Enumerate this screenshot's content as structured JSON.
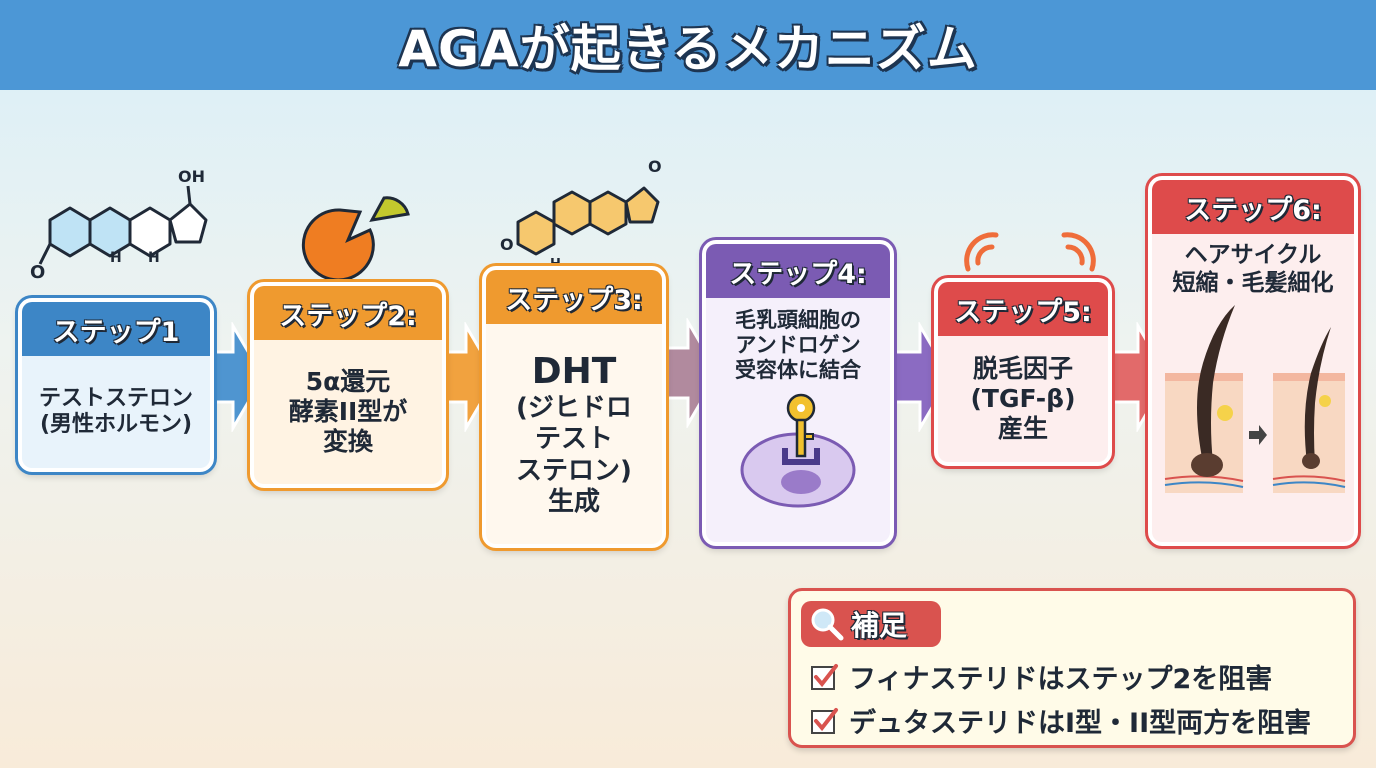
{
  "title": "AGAが起きるメカニズム",
  "steps": [
    {
      "header": "ステップ1",
      "lines": [
        "テストステロン",
        "(男性ホルモン)"
      ],
      "color": "#3d86c6",
      "bg": "#e8f3fb"
    },
    {
      "header": "ステップ2:",
      "lines": [
        "5α還元",
        "酵素II型が",
        "変換"
      ],
      "color": "#ef9a2f",
      "bg": "#fff3e3"
    },
    {
      "header": "ステップ3:",
      "lines": [
        "DHT",
        "(ジヒドロ",
        "テスト",
        "ステロン)",
        "生成"
      ],
      "color": "#ef9a2f",
      "bg": "#fff8ee"
    },
    {
      "header": "ステップ4:",
      "lines": [
        "毛乳頭細胞の",
        "アンドロゲン",
        "受容体に結合"
      ],
      "color": "#7b5bb3",
      "bg": "#f5f0fb"
    },
    {
      "header": "ステップ5:",
      "lines": [
        "脱毛因子",
        "(TGF-β)",
        "産生"
      ],
      "color": "#de4b4b",
      "bg": "#fdeeee"
    },
    {
      "header": "ステップ6:",
      "lines": [
        "ヘアサイクル",
        "短縮・毛髪細化"
      ],
      "color": "#de4b4b",
      "bg": "#fdeeee"
    }
  ],
  "molecule": {
    "oh_label": "OH",
    "o_label": "O",
    "h_label": "H"
  },
  "notes": {
    "header": "補足",
    "items": [
      "フィナステリドはステップ2を阻害",
      "デュタステリドはI型・II型両方を阻害"
    ]
  },
  "colors": {
    "title_bg": "#4c97d6",
    "note_border": "#d9534f",
    "check": "#d9534f"
  }
}
